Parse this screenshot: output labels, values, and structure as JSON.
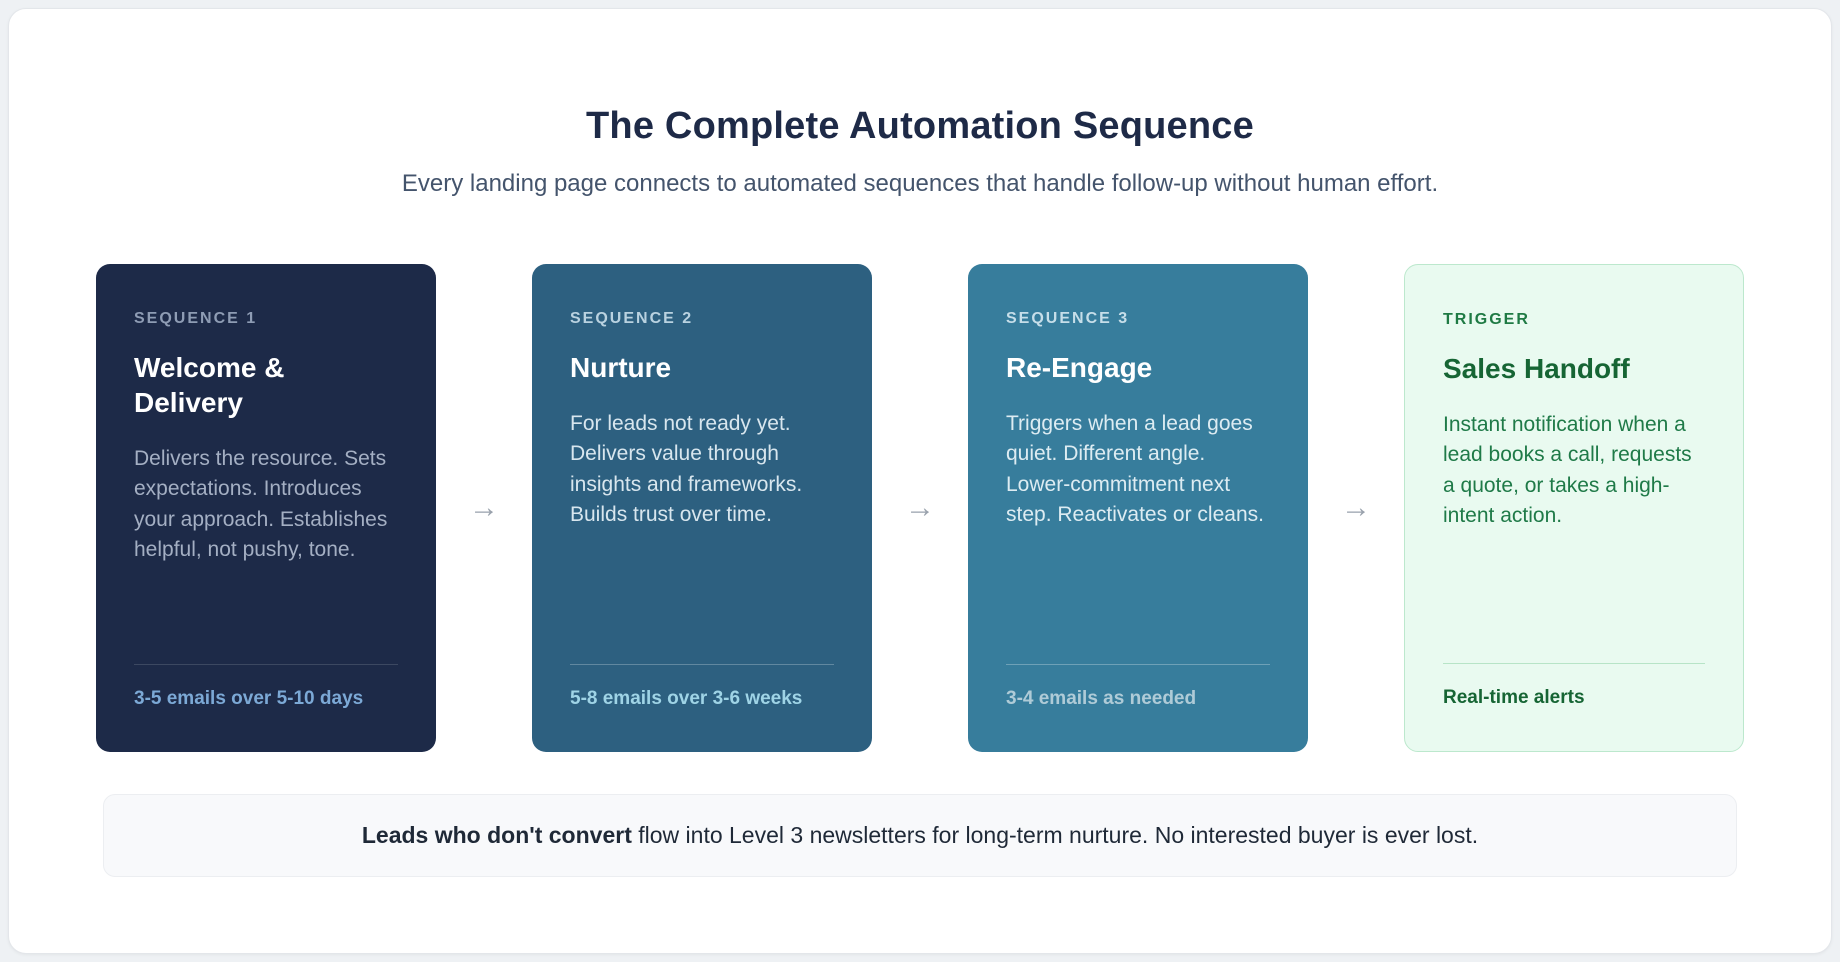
{
  "header": {
    "title": "The Complete Automation Sequence",
    "subtitle": "Every landing page connects to automated sequences that handle follow-up without human effort."
  },
  "arrow": "→",
  "cards": [
    {
      "label": "SEQUENCE 1",
      "title": "Welcome & Delivery",
      "description": "Delivers the resource. Sets expectations. Introduces your approach. Establishes helpful, not pushy, tone.",
      "footer": "3-5 emails over 5-10 days",
      "bg_color": "#1d2a48"
    },
    {
      "label": "SEQUENCE 2",
      "title": "Nurture",
      "description": "For leads not ready yet. Delivers value through insights and frameworks. Builds trust over time.",
      "footer": "5-8 emails over 3-6 weeks",
      "bg_color": "#2d6080"
    },
    {
      "label": "SEQUENCE 3",
      "title": "Re-Engage",
      "description": "Triggers when a lead goes quiet. Different angle. Lower-commitment next step. Reactivates or cleans.",
      "footer": "3-4 emails as needed",
      "bg_color": "#377d9c"
    },
    {
      "label": "TRIGGER",
      "title": "Sales Handoff",
      "description": "Instant notification when a lead books a call, requests a quote, or takes a high-intent action.",
      "footer": "Real-time alerts",
      "bg_color": "#e9faf0",
      "border_color": "#bce8cd",
      "accent_color": "#166534"
    }
  ],
  "banner": {
    "bold": "Leads who don't convert",
    "rest": " flow into Level 3 newsletters for long-term nurture. No interested buyer is ever lost."
  },
  "colors": {
    "title_navy": "#1e2a47",
    "subtitle_gray": "#44546c",
    "arrow_gray": "#99a1ac",
    "panel_bg": "#ffffff",
    "banner_bg": "#f8f9fb"
  }
}
